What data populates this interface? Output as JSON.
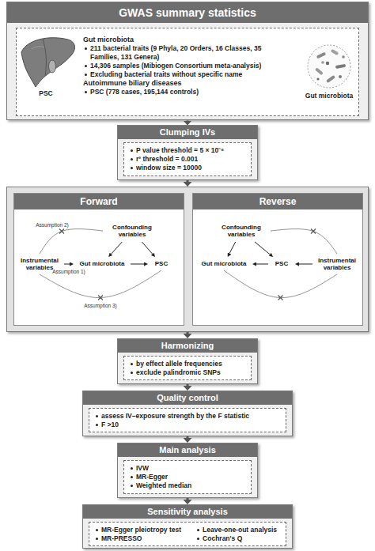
{
  "diagram": {
    "nodes": [
      {
        "text": [
          "GWAS summary statistics"
        ]
      },
      {
        "text": [
          "Gut microbiota",
          "211 bacterial traits (9 Phyla, 20 Orders, 16 Classes, 35 Families, 131 Genera)",
          "14,306 samples (Mibiogen Consortium meta-analysis)",
          "Excluding bacterial traits without specific name",
          "Autoimmune biliary diseases",
          "PSC (778 cases, 195,144 controls)"
        ],
        "in": 0
      },
      {
        "text": [
          "Clumping IVs"
        ]
      },
      {
        "text": [
          "P value threshold = 5 × 10⁻⁶",
          "r² threshold = 0.001",
          "window size = 10000"
        ],
        "in": 2
      },
      {
        "text": []
      },
      {
        "text": [
          "Forward"
        ],
        "in": 4
      },
      {
        "text": [
          "Confounding variables"
        ],
        "in": 5
      },
      {
        "text": [
          "Instrumental variables"
        ],
        "in": 5
      },
      {
        "text": [
          "Gut microbiota"
        ],
        "in": 5
      },
      {
        "text": [
          "PSC"
        ],
        "in": 5
      },
      {
        "text": [
          "Reverse"
        ],
        "in": 4
      },
      {
        "text": [
          "Confounding variables"
        ],
        "in": 10
      },
      {
        "text": [
          "Gut microbiota"
        ],
        "in": 10
      },
      {
        "text": [
          "PSC"
        ],
        "in": 10
      },
      {
        "text": [
          "Instrumental variables"
        ],
        "in": 10
      },
      {
        "text": [
          "Harmonizing"
        ]
      },
      {
        "text": [
          "by effect allele frequencies",
          "exclude palindromic SNPs"
        ],
        "in": 15
      },
      {
        "text": [
          "Quality control"
        ]
      },
      {
        "text": [
          "assess IV–exposure strength by the F statistic",
          "F >10"
        ],
        "in": 17
      },
      {
        "text": [
          "Main analysis"
        ]
      },
      {
        "text": [
          "IVW",
          "MR-Egger",
          "Weighted median"
        ],
        "in": 19
      },
      {
        "text": [
          "Sensitivity analysis"
        ]
      },
      {
        "text": [
          "MR-Egger pleiotropy test",
          "Leave-one-out analysis",
          "MR-PRESSO",
          "Cochran's Q"
        ],
        "in": 21
      }
    ],
    "edges": [
      {
        "from": 0,
        "to": 2,
        "arrow": "to"
      },
      {
        "from": 2,
        "to": 4,
        "arrow": "to"
      },
      {
        "from": 4,
        "to": 15,
        "arrow": "to"
      },
      {
        "from": 15,
        "to": 17,
        "arrow": "to"
      },
      {
        "from": 17,
        "to": 19,
        "arrow": "to"
      },
      {
        "from": 19,
        "to": 21,
        "arrow": "to"
      },
      {
        "from": 6,
        "to": 8,
        "arrow": "to"
      },
      {
        "from": 6,
        "to": 9,
        "arrow": "to"
      },
      {
        "from": 7,
        "to": 8,
        "arrow": "to",
        "label": "Assumption 1)"
      },
      {
        "from": 8,
        "to": 9,
        "arrow": "to"
      },
      {
        "from": 7,
        "to": 6,
        "arrow": "none",
        "label": "Assumption 2)"
      },
      {
        "from": 7,
        "to": 9,
        "arrow": "none",
        "label": "Assumption 3)"
      },
      {
        "from": 11,
        "to": 12,
        "arrow": "to"
      },
      {
        "from": 11,
        "to": 13,
        "arrow": "to"
      },
      {
        "from": 14,
        "to": 13,
        "arrow": "to"
      },
      {
        "from": 13,
        "to": 12,
        "arrow": "to"
      },
      {
        "from": 14,
        "to": 11,
        "arrow": "none"
      },
      {
        "from": 14,
        "to": 12,
        "arrow": "none"
      }
    ],
    "labels": [
      "PSC",
      "Gut microbiota"
    ]
  }
}
